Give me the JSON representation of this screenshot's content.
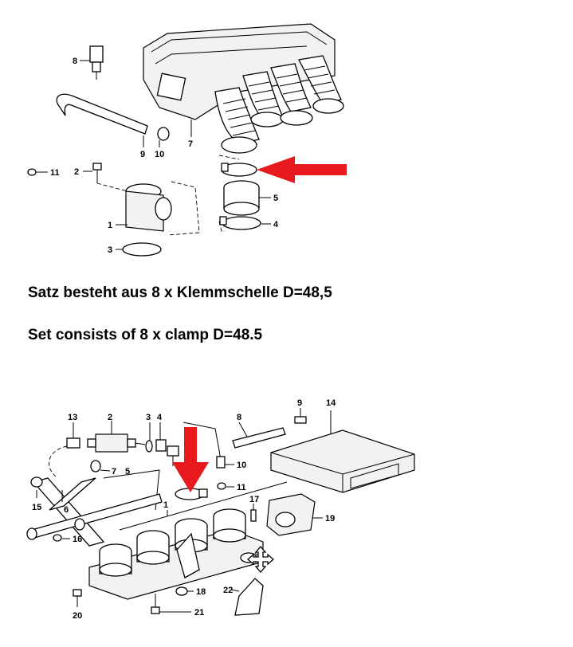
{
  "caption": {
    "german": "Satz besteht aus 8 x Klemmschelle D=48,5",
    "english": "Set consists of 8 x clamp D=48.5"
  },
  "diagram_top": {
    "labels": [
      "8",
      "9",
      "10",
      "7",
      "11",
      "2",
      "1",
      "3",
      "5",
      "4"
    ]
  },
  "diagram_bottom": {
    "labels": [
      "13",
      "2",
      "3",
      "4",
      "8",
      "9",
      "14",
      "7",
      "5",
      "10",
      "11",
      "15",
      "6",
      "1",
      "16",
      "17",
      "19",
      "18",
      "22",
      "20",
      "21"
    ]
  },
  "colors": {
    "arrow": "#e8191d",
    "line": "#000000"
  }
}
